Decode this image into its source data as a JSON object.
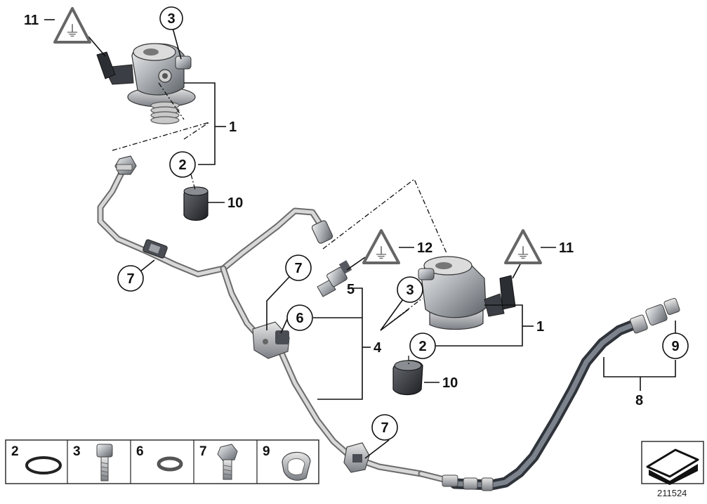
{
  "diagram": {
    "reference_number": "211524",
    "callouts": {
      "pump_top_warning_11": "11",
      "pump_top_bolt_3": "3",
      "pump_top_group_1": "1",
      "pump_top_seal_2": "2",
      "pump_top_cap_10": "10",
      "clip_left_7": "7",
      "clip_mid_7": "7",
      "seal_6": "6",
      "sensor_5": "5",
      "group_4": "4",
      "warning_12": "12",
      "pump_right_bolt_3": "3",
      "pump_right_warning_11": "11",
      "pump_right_group_1": "1",
      "pump_right_seal_2": "2",
      "pump_right_cap_10": "10",
      "ring_9": "9",
      "hose_8": "8",
      "clip_bottom_7": "7"
    },
    "legend": [
      {
        "number": "2",
        "icon": "o-ring-icon"
      },
      {
        "number": "3",
        "icon": "socket-bolt-icon"
      },
      {
        "number": "6",
        "icon": "seal-ring-icon"
      },
      {
        "number": "7",
        "icon": "hex-bolt-icon"
      },
      {
        "number": "9",
        "icon": "clamp-ring-icon"
      }
    ],
    "symbols": {
      "warning": "high-voltage-plug-warning-icon",
      "stamp": "folded-page-icon"
    }
  }
}
